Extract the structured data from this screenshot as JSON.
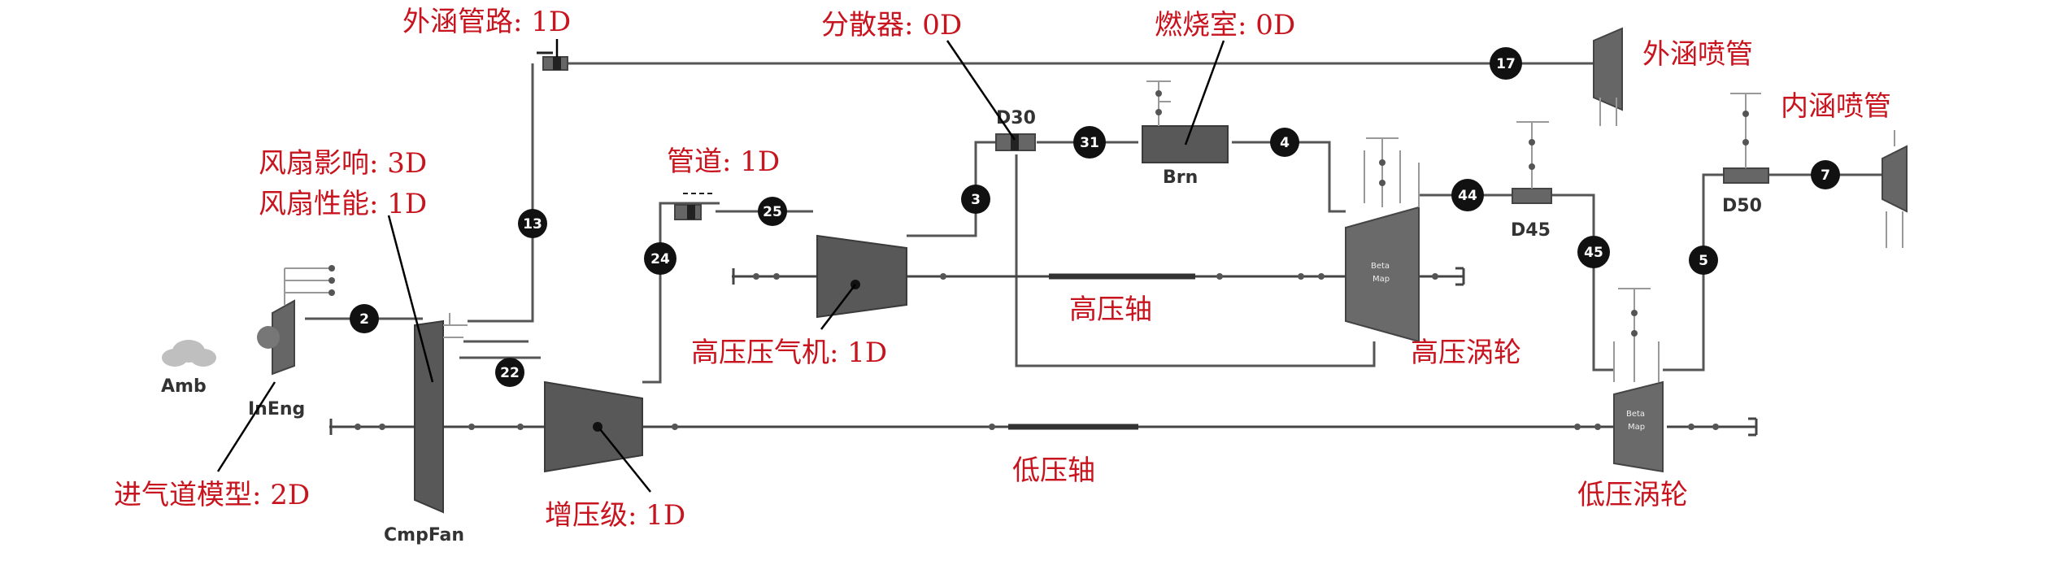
{
  "annotations": {
    "bypass_duct": "外涵管路: 1D",
    "diffuser": "分散器: 0D",
    "combustor": "燃烧室: 0D",
    "bypass_nozzle": "外涵喷管",
    "core_nozzle": "内涵喷管",
    "fan_effect": "风扇影响: 3D",
    "fan_perf": "风扇性能: 1D",
    "duct": "管道: 1D",
    "hp_shaft": "高压轴",
    "hpc": "高压压气机: 1D",
    "hpt": "高压涡轮",
    "inlet_model": "进气道模型: 2D",
    "booster": "增压级: 1D",
    "lp_shaft": "低压轴",
    "lpt": "低压涡轮"
  },
  "components": {
    "amb": "Amb",
    "ineng": "InEng",
    "cmpfan": "CmpFan",
    "d30": "D30",
    "brn": "Brn",
    "d45": "D45",
    "d50": "D50",
    "beta_map_1": "Beta",
    "beta_map_2": "Map"
  },
  "stations": {
    "s2": "2",
    "s13": "13",
    "s17": "17",
    "s22": "22",
    "s24": "24",
    "s25": "25",
    "s3": "3",
    "s31": "31",
    "s4": "4",
    "s44": "44",
    "s45": "45",
    "s5": "5",
    "s7": "7"
  }
}
